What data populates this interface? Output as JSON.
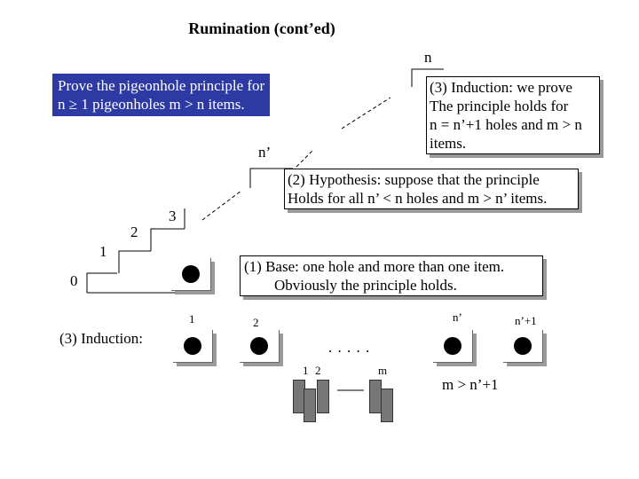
{
  "title": "Rumination (cont’ed)",
  "prove_box": [
    "Prove the pigeonhole principle for",
    "n ≥ 1 pigeonholes m > n items."
  ],
  "induction_box": [
    "(3) Induction: we prove",
    "The principle holds for",
    "n = n’+1 holes and m > n",
    "items."
  ],
  "hypothesis_box": [
    "(2) Hypothesis: suppose that the principle",
    "Holds for all n’ < n holes and m > n’ items."
  ],
  "base_box": [
    "(1)   Base: one hole and more than one item.",
    "Obviously the principle holds."
  ],
  "steps": {
    "zero": "0",
    "one": "1",
    "two": "2",
    "three": "3",
    "nprime": "n’",
    "n": "n"
  },
  "induction_label": "(3) Induction:",
  "holes": {
    "h1": "1",
    "h2": "2",
    "hn": "n’",
    "hn1": "n’+1",
    "dots": ". . . . ."
  },
  "items": {
    "i1": "1",
    "i2": "2",
    "im": "m"
  },
  "conclusion": "m > n’+1",
  "colors": {
    "blue_box": "#2e3aa3",
    "shadow": "#9a9a9a",
    "card": "#777777"
  }
}
